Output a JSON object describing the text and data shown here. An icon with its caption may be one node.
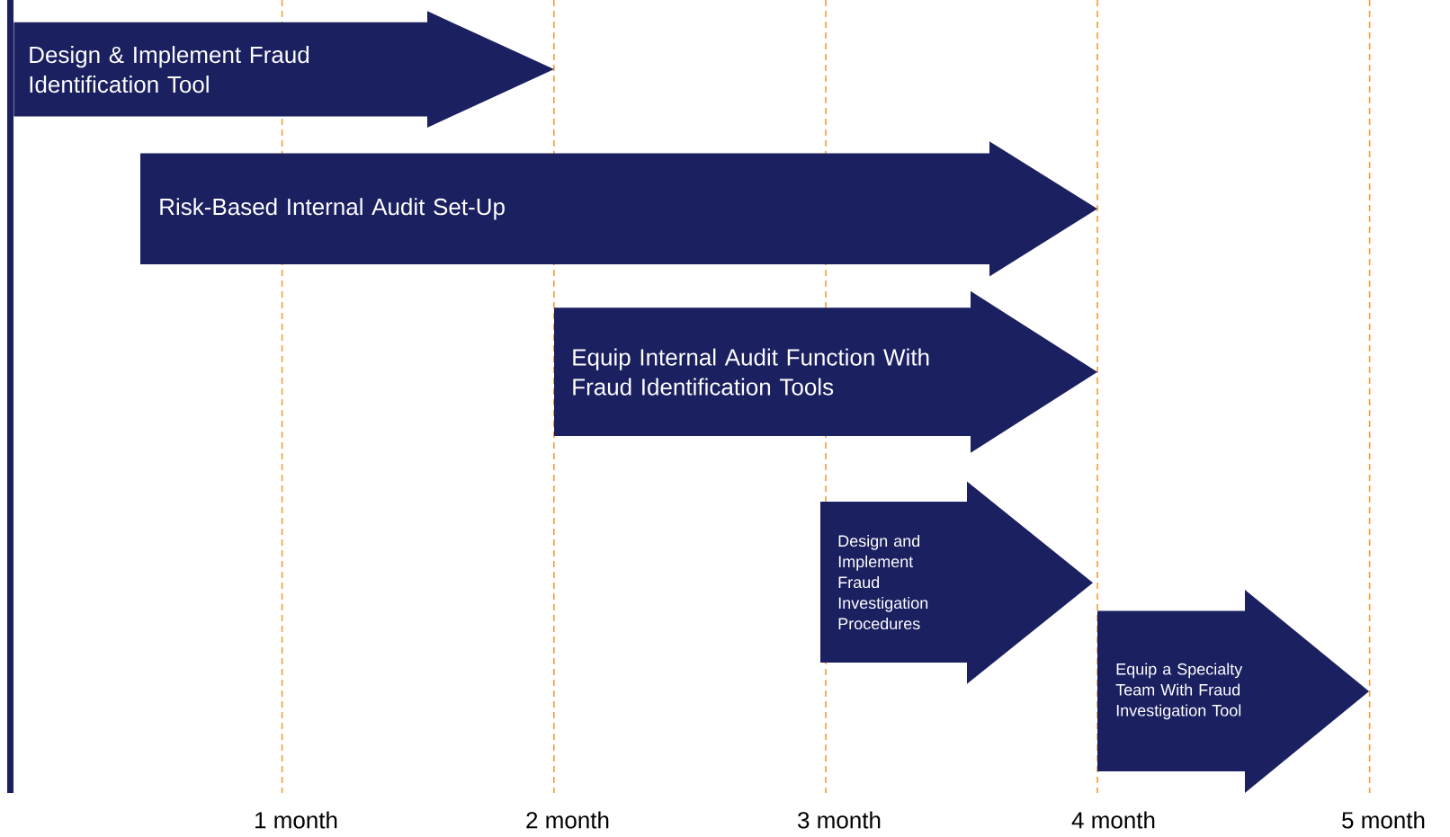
{
  "diagram": {
    "nodes": [
      {
        "text": [
          "Design & Implement Fraud Identification Tool"
        ]
      },
      {
        "text": [
          "Risk-Based Internal Audit Set-Up"
        ]
      },
      {
        "text": [
          "Equip Internal Audit Function With Fraud Identification Tools"
        ]
      },
      {
        "text": [
          "Design and Implement Fraud Investigation Procedures"
        ]
      },
      {
        "text": [
          "Equip a Specialty Team With Fraud Investigation Tool"
        ]
      }
    ],
    "labels": [
      "1 month",
      "2 month",
      "3 month",
      "4 month",
      "5 month"
    ]
  }
}
